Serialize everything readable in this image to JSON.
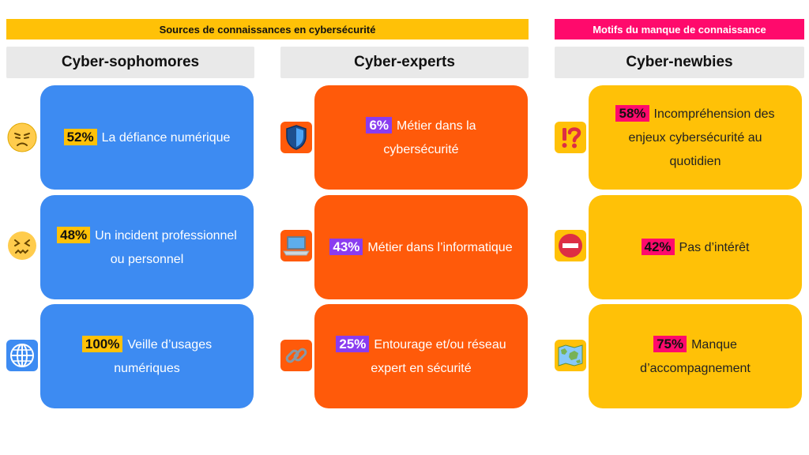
{
  "banners": {
    "sources": "Sources de connaissances en cybersécurité",
    "motifs": "Motifs du manque de connaissance"
  },
  "columns": [
    {
      "title": "Cyber-sophomores",
      "cards": [
        {
          "pct": "52%",
          "text": "La défiance numérique",
          "icon": "frustrated-face-icon"
        },
        {
          "pct": "48%",
          "text": "Un incident professionnel ou personnel",
          "icon": "confounded-face-icon"
        },
        {
          "pct": "100%",
          "text": "Veille d’usages numériques",
          "icon": "globe-icon"
        }
      ]
    },
    {
      "title": "Cyber-experts",
      "cards": [
        {
          "pct": "6%",
          "text": "Métier dans la cybersécurité",
          "icon": "shield-icon"
        },
        {
          "pct": "43%",
          "text": "Métier dans l’informatique",
          "icon": "laptop-icon"
        },
        {
          "pct": "25%",
          "text": "Entourage et/ou réseau expert en sécurité",
          "icon": "chain-link-icon"
        }
      ]
    },
    {
      "title": "Cyber-newbies",
      "cards": [
        {
          "pct": "58%",
          "text": "Incompréhension des enjeux cybersécurité au quotidien",
          "icon": "interrobang-icon"
        },
        {
          "pct": "42%",
          "text": "Pas d’intérêt",
          "icon": "no-entry-icon"
        },
        {
          "pct": "75%",
          "text": "Manque d’accompagnement",
          "icon": "map-icon"
        }
      ]
    }
  ],
  "colors": {
    "blue": "#3d8bf2",
    "orange": "#ff5a0a",
    "yellow": "#ffc107",
    "pink": "#ff0a6c",
    "purple": "#8a3cf0"
  }
}
